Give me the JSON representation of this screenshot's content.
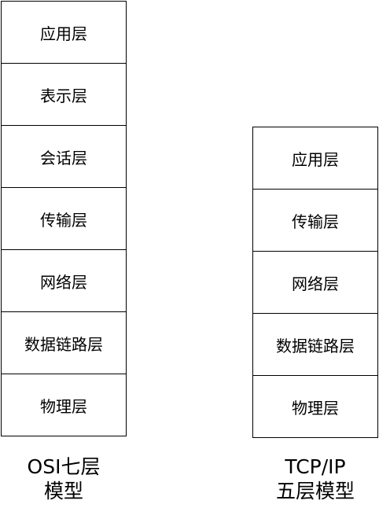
{
  "osi_model": {
    "layers": [
      "应用层",
      "表示层",
      "会话层",
      "传输层",
      "网络层",
      "数据链路层",
      "物理层"
    ],
    "caption_line1": "OSI七层",
    "caption_line2": "模型"
  },
  "tcpip_model": {
    "layers": [
      "应用层",
      "传输层",
      "网络层",
      "数据链路层",
      "物理层"
    ],
    "caption_line1": "TCP/IP",
    "caption_line2": "五层模型"
  }
}
